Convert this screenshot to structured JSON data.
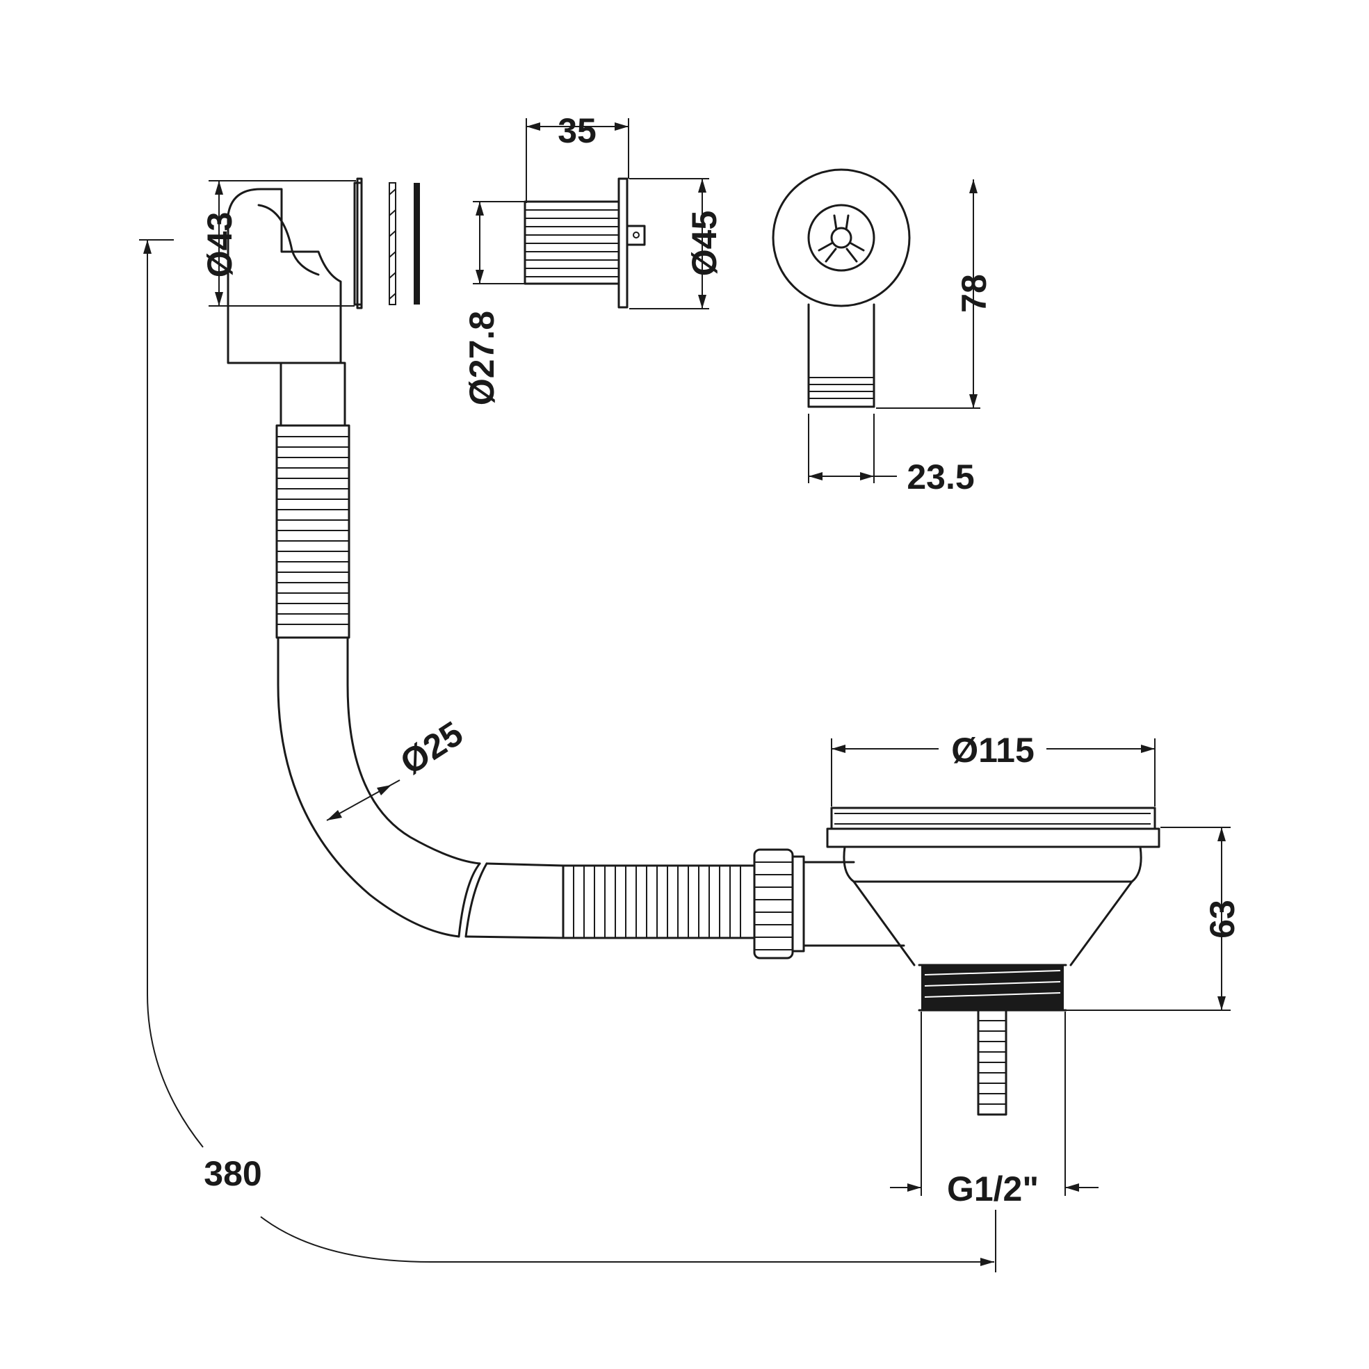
{
  "dimensions": {
    "dia_43": "Ø43",
    "dia_27_8": "Ø27.8",
    "len_35": "35",
    "dia_45": "Ø45",
    "height_78": "78",
    "width_23_5": "23.5",
    "hose_dia_25": "Ø25",
    "basket_dia_115": "Ø115",
    "height_63": "63",
    "thread_g1_2": "G1/2\"",
    "length_380": "380"
  }
}
